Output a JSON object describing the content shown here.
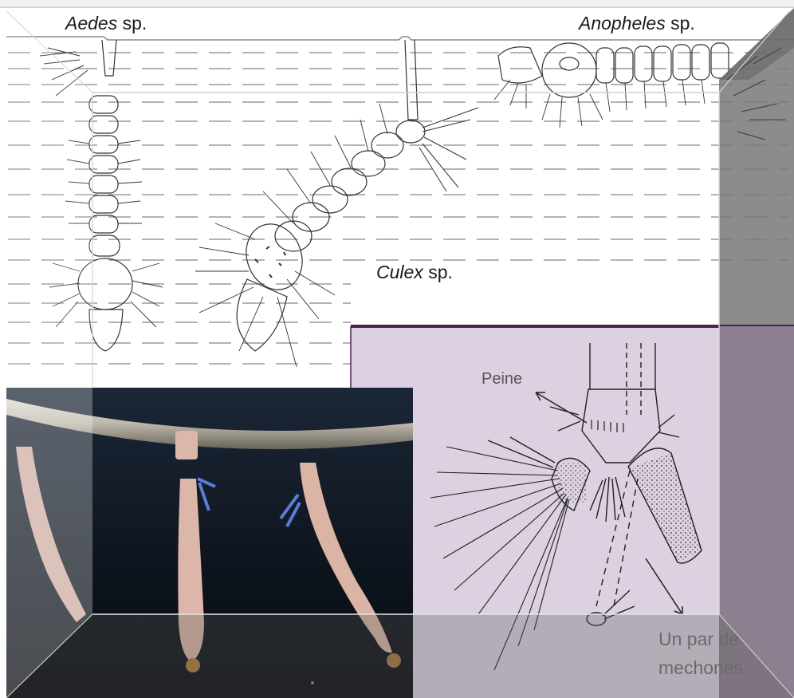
{
  "labels": {
    "aedes_genus": "Aedes",
    "aedes_suffix": " sp.",
    "anopheles_genus": "Anopheles",
    "anopheles_suffix": " sp.",
    "culex_genus": "Culex",
    "culex_suffix": " sp.",
    "peine": "Peine",
    "mechones_line1": "Un par de",
    "mechones_line2": "mechones"
  },
  "colors": {
    "water_line": "#9a9a9a",
    "panel_lilac": "#ddd1e1",
    "panel_border": "#4f1f52",
    "photo_dark": "#0d1420",
    "larva_pink": "#d8b3a8",
    "frame_shade": "#6b6b6b"
  }
}
